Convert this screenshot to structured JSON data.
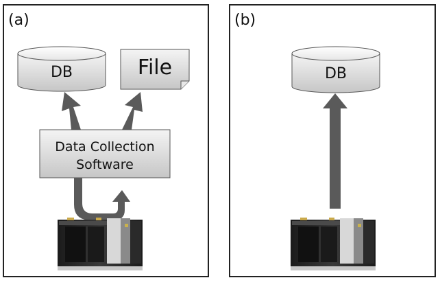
{
  "panel_a": {
    "label": "(a)",
    "db_label": "DB",
    "file_label": "File",
    "software_label_line1": "Data Collection",
    "software_label_line2": "Software"
  },
  "panel_b": {
    "label": "(b)",
    "db_label": "DB"
  },
  "colors": {
    "arrow": "#5a5a5a",
    "box_fill_top": "#f2f2f2",
    "box_fill_bottom": "#c9c9c9",
    "border": "#222222"
  }
}
